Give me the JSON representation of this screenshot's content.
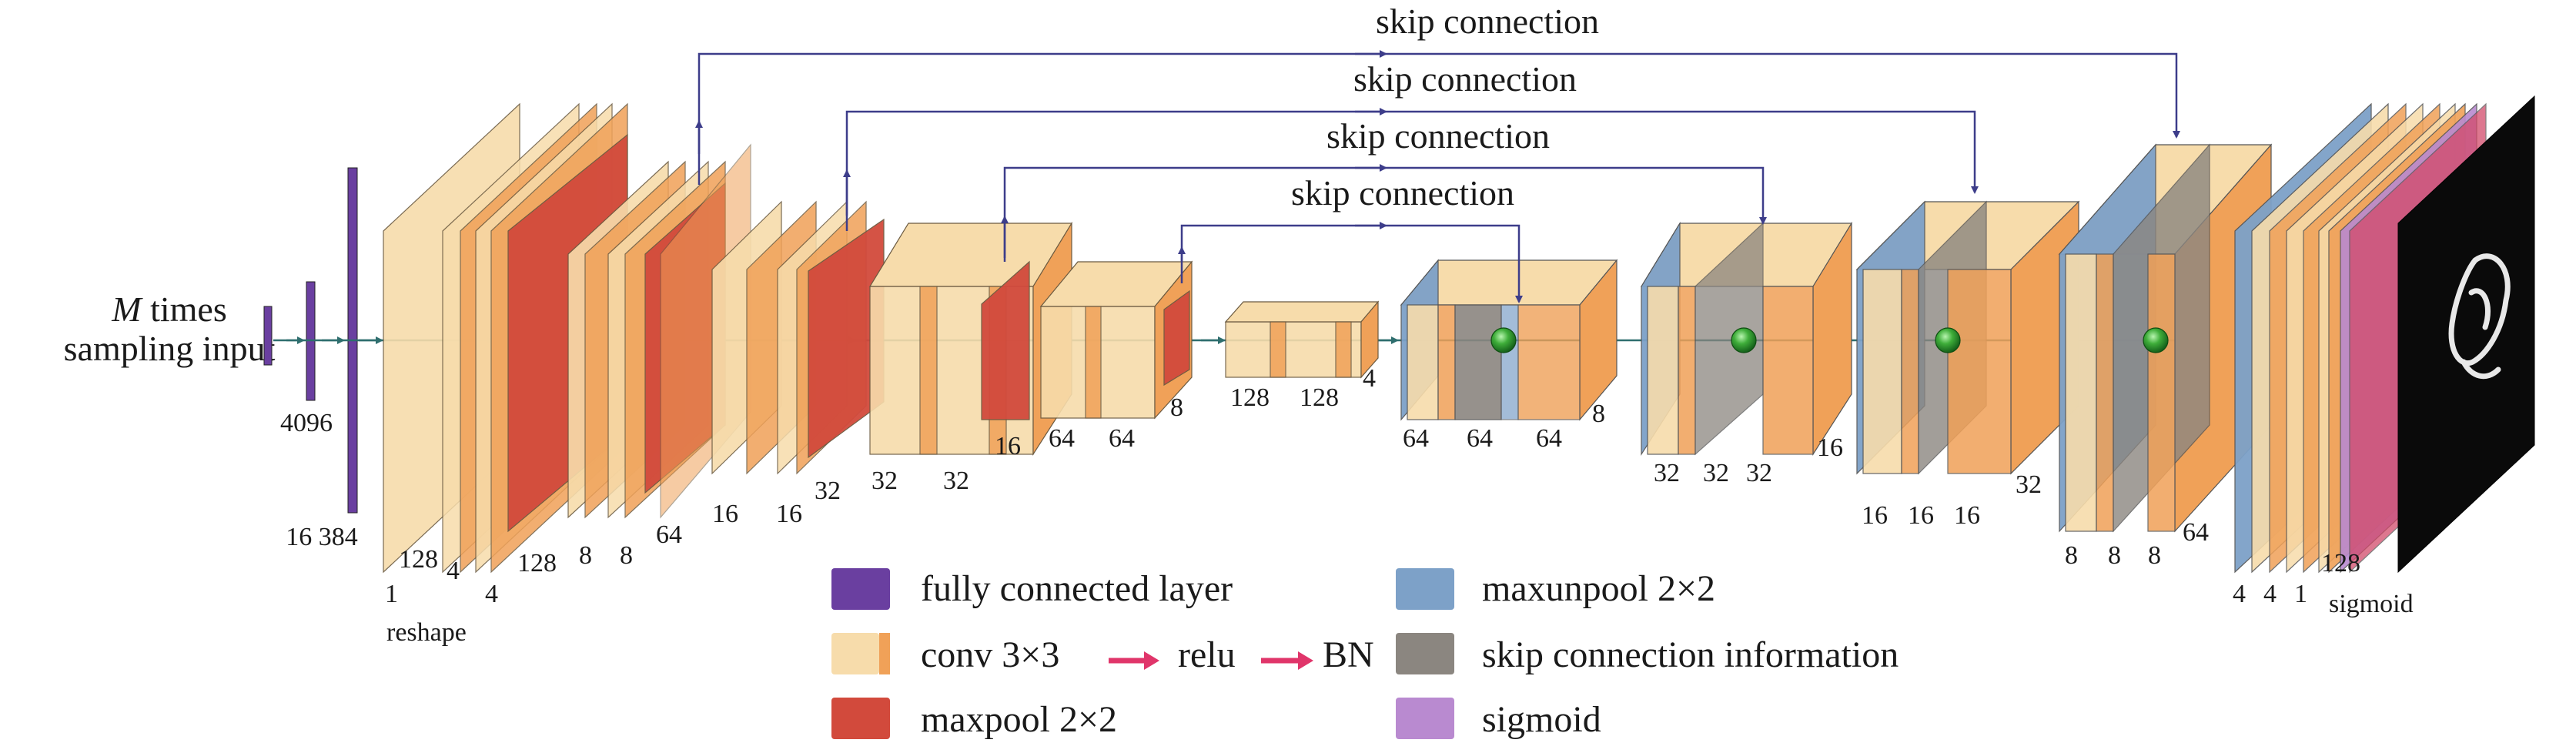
{
  "input": {
    "label_line1_italic": "M",
    "label_line1_rest": " times",
    "label_line2": "sampling input"
  },
  "skip_label": "skip connection",
  "fc": {
    "size1": "4096",
    "size2": "16 384"
  },
  "reshape": "reshape",
  "sigmoid_label": "sigmoid",
  "dims": {
    "e1": [
      "1",
      "128",
      "4",
      "4",
      "128",
      "8",
      "8",
      "64"
    ],
    "e2": [
      "16",
      "16",
      "32",
      "32",
      "32",
      "16",
      "64",
      "64",
      "8"
    ],
    "bottleneck": [
      "128",
      "128",
      "4"
    ],
    "d1": [
      "64",
      "64",
      "64",
      "8"
    ],
    "d2": [
      "32",
      "32",
      "32",
      "16"
    ],
    "d3": [
      "16",
      "16",
      "16",
      "32"
    ],
    "d4": [
      "8",
      "8",
      "8",
      "64"
    ],
    "d5": [
      "4",
      "4",
      "1",
      "128"
    ]
  },
  "legend": {
    "fc": "fully connected layer",
    "conv": "conv 3×3",
    "relu": "relu",
    "bn": "BN",
    "maxpool": "maxpool 2×2",
    "maxunpool": "maxunpool 2×2",
    "skip_info": "skip connection information",
    "sigmoid": "sigmoid"
  },
  "colors": {
    "fc": "#6a3fa0",
    "conv_light": "#f7dcab",
    "conv_dark": "#f0a158",
    "maxpool": "#d24a3c",
    "maxunpool": "#7da1c8",
    "skip_info": "#8b8680",
    "sigmoid": "#b98ad0",
    "arrow_red": "#e0356a",
    "skip_line": "#3d3d8a",
    "flow": "#2e6e6e"
  }
}
